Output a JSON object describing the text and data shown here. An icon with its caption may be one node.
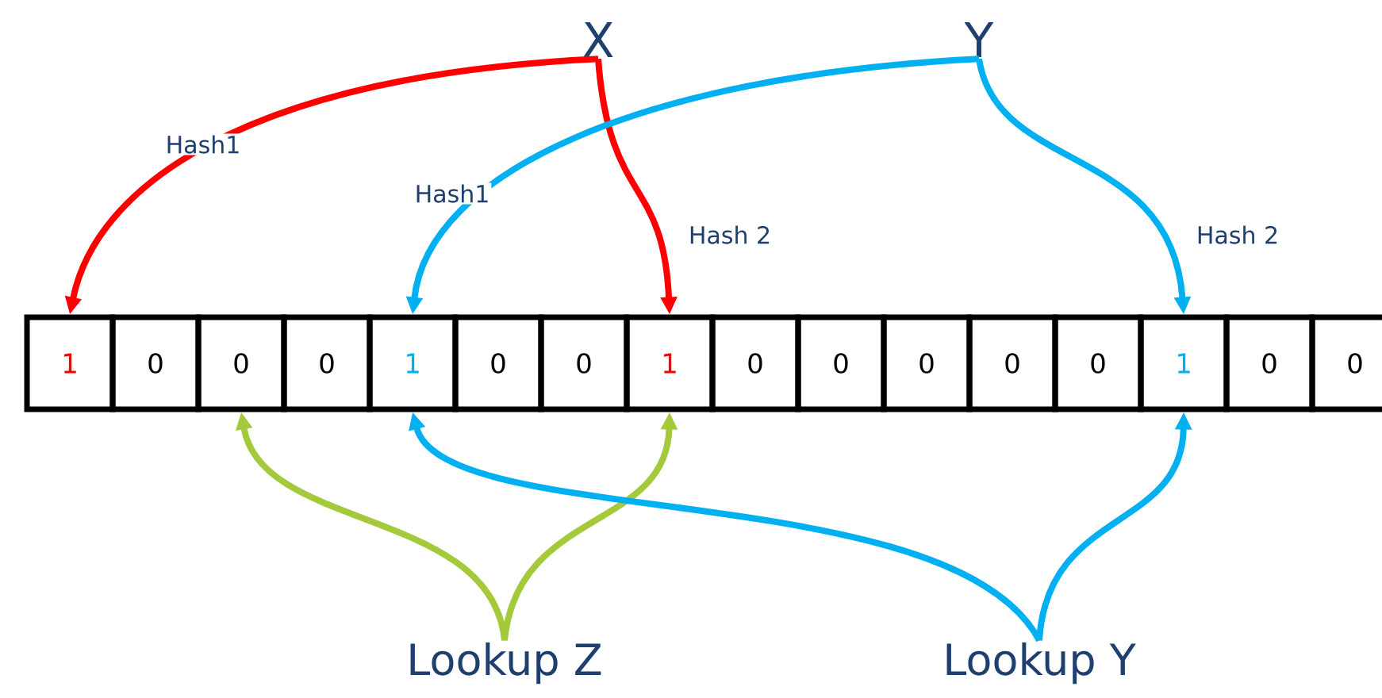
{
  "diagram": {
    "nodes": [
      {
        "text": [
          "X"
        ]
      },
      {
        "text": [
          "Y"
        ]
      },
      {
        "text": [
          "1"
        ]
      },
      {
        "text": [
          "0"
        ]
      },
      {
        "text": [
          "0"
        ]
      },
      {
        "text": [
          "0"
        ]
      },
      {
        "text": [
          "1"
        ]
      },
      {
        "text": [
          "0"
        ]
      },
      {
        "text": [
          "0"
        ]
      },
      {
        "text": [
          "1"
        ]
      },
      {
        "text": [
          "0"
        ]
      },
      {
        "text": [
          "0"
        ]
      },
      {
        "text": [
          "0"
        ]
      },
      {
        "text": [
          "0"
        ]
      },
      {
        "text": [
          "0"
        ]
      },
      {
        "text": [
          "1"
        ]
      },
      {
        "text": [
          "0"
        ]
      },
      {
        "text": [
          "0"
        ]
      },
      {
        "text": [
          "Lookup Z"
        ]
      },
      {
        "text": [
          "Lookup Y"
        ]
      }
    ],
    "edges": [
      {
        "from": 0,
        "to": 2,
        "arrow": "to",
        "label": "Hash1",
        "color": "#ff0000"
      },
      {
        "from": 0,
        "to": 9,
        "arrow": "to",
        "label": "Hash 2",
        "color": "#ff0000"
      },
      {
        "from": 1,
        "to": 6,
        "arrow": "to",
        "label": "Hash1",
        "color": "#00b0f0"
      },
      {
        "from": 1,
        "to": 15,
        "arrow": "to",
        "label": "Hash 2",
        "color": "#00b0f0"
      },
      {
        "from": 18,
        "to": 4,
        "arrow": "to",
        "color": "#a4c93a"
      },
      {
        "from": 18,
        "to": 9,
        "arrow": "to",
        "color": "#a4c93a"
      },
      {
        "from": 19,
        "to": 6,
        "arrow": "to",
        "color": "#00b0f0"
      },
      {
        "from": 19,
        "to": 15,
        "arrow": "to",
        "color": "#00b0f0"
      }
    ]
  }
}
